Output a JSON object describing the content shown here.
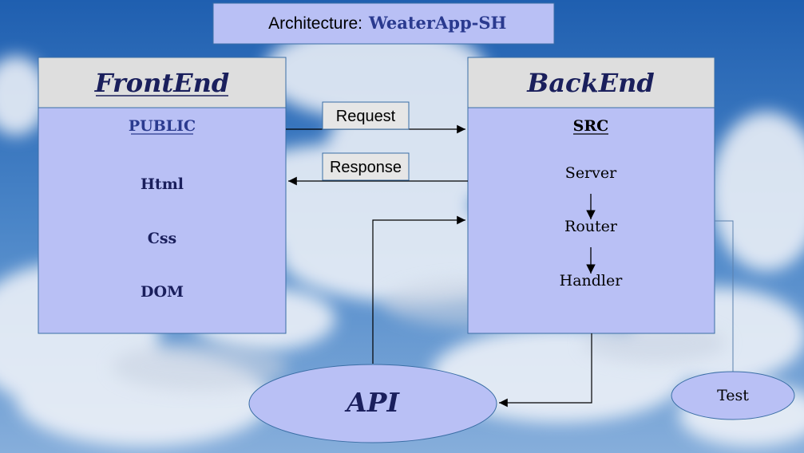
{
  "title": {
    "prefix": "Architecture:",
    "app_name": "WeaterApp-SH"
  },
  "frontend": {
    "header": "FrontEnd",
    "items": [
      "PUBLIC",
      "Html",
      "Css",
      "DOM"
    ]
  },
  "backend": {
    "header": "BackEnd",
    "src_label": "SRC",
    "chain": [
      "Server",
      "Router",
      "Handler"
    ]
  },
  "connectors": {
    "request": "Request",
    "response": "Response"
  },
  "api": {
    "label": "API"
  },
  "test": {
    "label": "Test"
  },
  "colors": {
    "box_fill": "#b9c0f5",
    "header_fill": "#dedede",
    "border": "#3a6ea5",
    "text_dark": "#1a1f5c",
    "sky_top": "#2a69b8",
    "sky_bottom": "#7aa7d6"
  }
}
